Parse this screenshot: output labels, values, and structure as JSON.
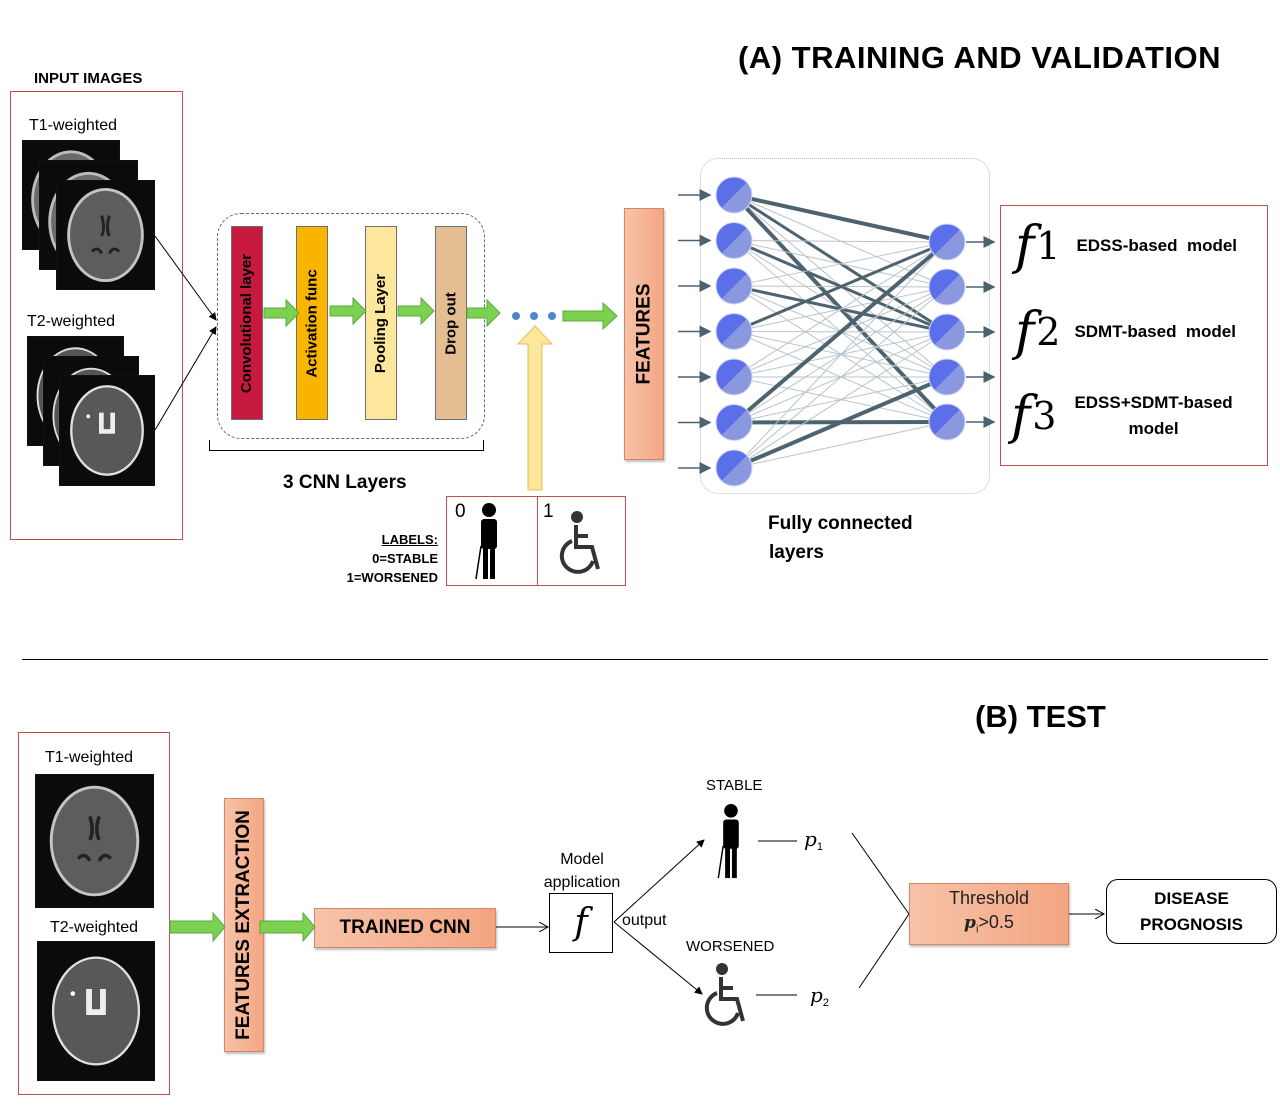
{
  "section_a": {
    "title": "(A) TRAINING AND VALIDATION",
    "input_images": {
      "heading": "INPUT IMAGES",
      "t1_label": "T1-weighted",
      "t2_label": "T2-weighted"
    },
    "cnn": {
      "layers": [
        {
          "label": "Convolutional layer",
          "color": "#c8193f"
        },
        {
          "label": "Activation func",
          "color": "#f9b400"
        },
        {
          "label": "Pooling Layer",
          "color": "#fde79c"
        },
        {
          "label": "Drop out",
          "color": "#e4bd92"
        }
      ],
      "group_label": "3 CNN Layers"
    },
    "features_label": "FEATURES",
    "labels": {
      "heading": "LABELS:",
      "stable": "0=STABLE",
      "worsened": "1=WORSENED",
      "class0": "0",
      "class1": "1"
    },
    "fully_connected": {
      "label_line1": "Fully connected",
      "label_line2": "layers",
      "input_nodes": 7,
      "output_nodes": 5
    },
    "models": [
      {
        "symbol": "f",
        "index": "1",
        "label": "EDSS-based  model"
      },
      {
        "symbol": "f",
        "index": "2",
        "label": "SDMT-based  model"
      },
      {
        "symbol": "f",
        "index": "3",
        "label_line1": "EDSS+SDMT-based",
        "label_line2": "model"
      }
    ]
  },
  "section_b": {
    "title": "(B) TEST",
    "t1_label": "T1-weighted",
    "t2_label": "T2-weighted",
    "features_extraction": "FEATURES EXTRACTION",
    "trained_cnn": "TRAINED CNN",
    "model_application_line1": "Model",
    "model_application_line2": "application",
    "model_symbol": "f",
    "output_label": "output",
    "stable_label": "STABLE",
    "worsened_label": "WORSENED",
    "p1": "p",
    "p1_sub": "1",
    "p2": "p",
    "p2_sub": "2",
    "threshold_line1": "Threshold",
    "threshold_var": "p",
    "threshold_sub": "i",
    "threshold_cond": ">0.5",
    "prognosis_line1": "DISEASE",
    "prognosis_line2": "PROGNOSIS"
  },
  "colors": {
    "accent_red_border": "#c0504d",
    "green_arrow": "#7dd151",
    "salmon": "#f4a582",
    "node_blue": "#6f82ec",
    "edge_dark": "#4d6470"
  }
}
